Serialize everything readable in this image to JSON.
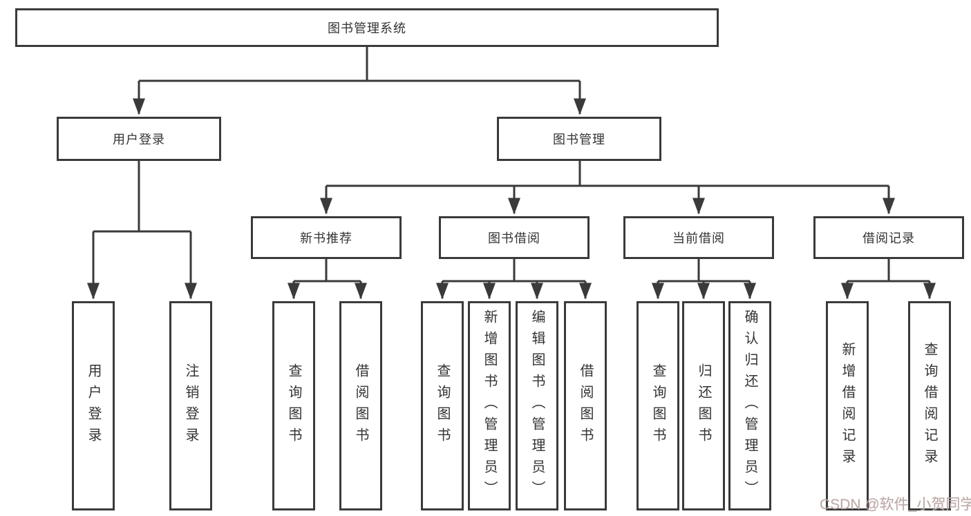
{
  "diagram": {
    "root": {
      "label": "图书管理系统"
    },
    "branches": [
      {
        "label": "用户登录",
        "children": [
          {
            "label": "用户登录"
          },
          {
            "label": "注销登录"
          }
        ]
      },
      {
        "label": "图书管理",
        "children": [
          {
            "label": "新书推荐",
            "children": [
              {
                "label": "查询图书"
              },
              {
                "label": "借阅图书"
              }
            ]
          },
          {
            "label": "图书借阅",
            "children": [
              {
                "label": "查询图书"
              },
              {
                "label": "新增图书（管理员）"
              },
              {
                "label": "编辑图书（管理员）"
              },
              {
                "label": "借阅图书"
              }
            ]
          },
          {
            "label": "当前借阅",
            "children": [
              {
                "label": "查询图书"
              },
              {
                "label": "归还图书"
              },
              {
                "label": "确认归还（管理员）"
              }
            ]
          },
          {
            "label": "借阅记录",
            "children": [
              {
                "label": "新增借阅记录"
              },
              {
                "label": "查询借阅记录"
              }
            ]
          }
        ]
      }
    ]
  },
  "watermark": {
    "text": "CSDN @软件_小贺同学"
  },
  "colors": {
    "line": "#3a3a3a",
    "box_border": "#3a3a3a",
    "text": "#333333",
    "background": "#ffffff",
    "watermark": "#b5adad"
  }
}
